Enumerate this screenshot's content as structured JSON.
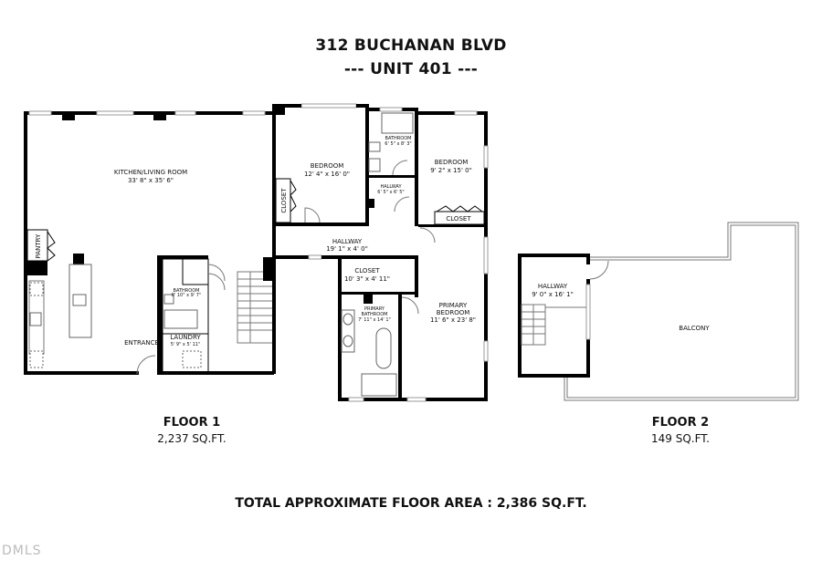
{
  "header": {
    "address": "312 BUCHANAN BLVD",
    "unit": "--- UNIT 401 ---"
  },
  "floors": [
    {
      "name": "FLOOR 1",
      "area": "2,237 SQ.FT.",
      "rooms": {
        "kitchen_living": {
          "name": "KITCHEN/LIVING ROOM",
          "dims": "33' 8\" x 35' 6\""
        },
        "bedroom_1": {
          "name": "BEDROOM",
          "dims": "12' 4\" x 16' 0\""
        },
        "closet_bed1": {
          "name": "CLOSET"
        },
        "bathroom_1": {
          "name": "BATHROOM",
          "dims": "6' 5\" x 8' 3\""
        },
        "hallway_small": {
          "name": "HALLWAY",
          "dims": "6' 5\" x 6' 5\""
        },
        "bedroom_2": {
          "name": "BEDROOM",
          "dims": "9' 2\" x 15' 0\""
        },
        "closet_bed2": {
          "name": "CLOSET"
        },
        "hallway_main": {
          "name": "HALLWAY",
          "dims": "19' 1\" x 4' 0\""
        },
        "closet_primary": {
          "name": "CLOSET",
          "dims": "10' 3\" x 4' 11\""
        },
        "primary_bathroom": {
          "name_line1": "PRIMARY",
          "name_line2": "BATHROOM",
          "dims": "7' 11\" x 14' 1\""
        },
        "primary_bedroom": {
          "name_line1": "PRIMARY",
          "name_line2": "BEDROOM",
          "dims": "11' 6\" x 23' 8\""
        },
        "pantry": {
          "name": "PANTRY"
        },
        "bathroom_2": {
          "name": "BATHROOM",
          "dims": "8' 10\" x 9' 7\""
        },
        "laundry": {
          "name": "LAUNDRY",
          "dims": "5' 9\" x 5' 11\""
        },
        "entrance": {
          "name": "ENTRANCE"
        }
      }
    },
    {
      "name": "FLOOR 2",
      "area": "149 SQ.FT.",
      "rooms": {
        "hallway": {
          "name": "HALLWAY",
          "dims": "9' 0\" x 16' 1\""
        },
        "balcony": {
          "name": "BALCONY"
        }
      }
    }
  ],
  "footer": {
    "total": "TOTAL APPROXIMATE FLOOR AREA : 2,386 SQ.FT.",
    "watermark": "DMLS"
  }
}
